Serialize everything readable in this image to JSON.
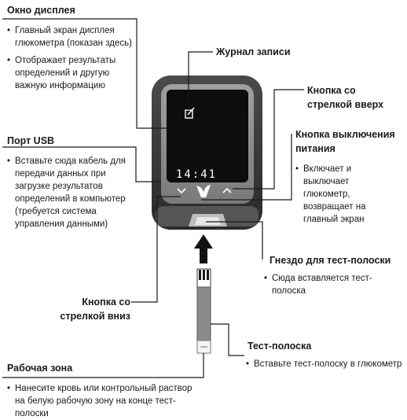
{
  "callouts": {
    "display_window": {
      "title": "Окно дисплея",
      "bullets": [
        "Главный экран дисплея глюкометра (показан здесь)",
        "Отображает результаты определений и другую важную информацию"
      ]
    },
    "logbook": {
      "title": "Журнал записи"
    },
    "up_button": {
      "title": "Кнопка со стрелкой вверх"
    },
    "power_button": {
      "title": "Кнопка выключения питания",
      "bullets": [
        "Включает и выключает глюкометр, возвращает на главный экран"
      ]
    },
    "usb_port": {
      "title": "Порт USB",
      "bullets": [
        "Вставьте сюда кабель для передачи данных при загрузке результатов определений в компьютер (требуется система управления данными)"
      ]
    },
    "strip_port": {
      "title": "Гнездо для тест-полоски",
      "bullets": [
        "Сюда вставляется тест-полоска"
      ]
    },
    "down_button": {
      "title": "Кнопка со стрелкой вниз"
    },
    "test_strip": {
      "title": "Тест-полоска",
      "bullets": [
        "Вставьте тест-полоску в глюкометр"
      ]
    },
    "work_area": {
      "title": "Рабочая зона",
      "bullets": [
        "Нанесите кровь или контрольный раствор на белую рабочую зону на конце тест-полоски"
      ]
    }
  },
  "meter": {
    "time": "14:41"
  },
  "colors": {
    "body": "#3a3a3a",
    "bezel": "#8d8d8d",
    "screen": "#0d0d0d",
    "line": "#1a1a1a"
  }
}
